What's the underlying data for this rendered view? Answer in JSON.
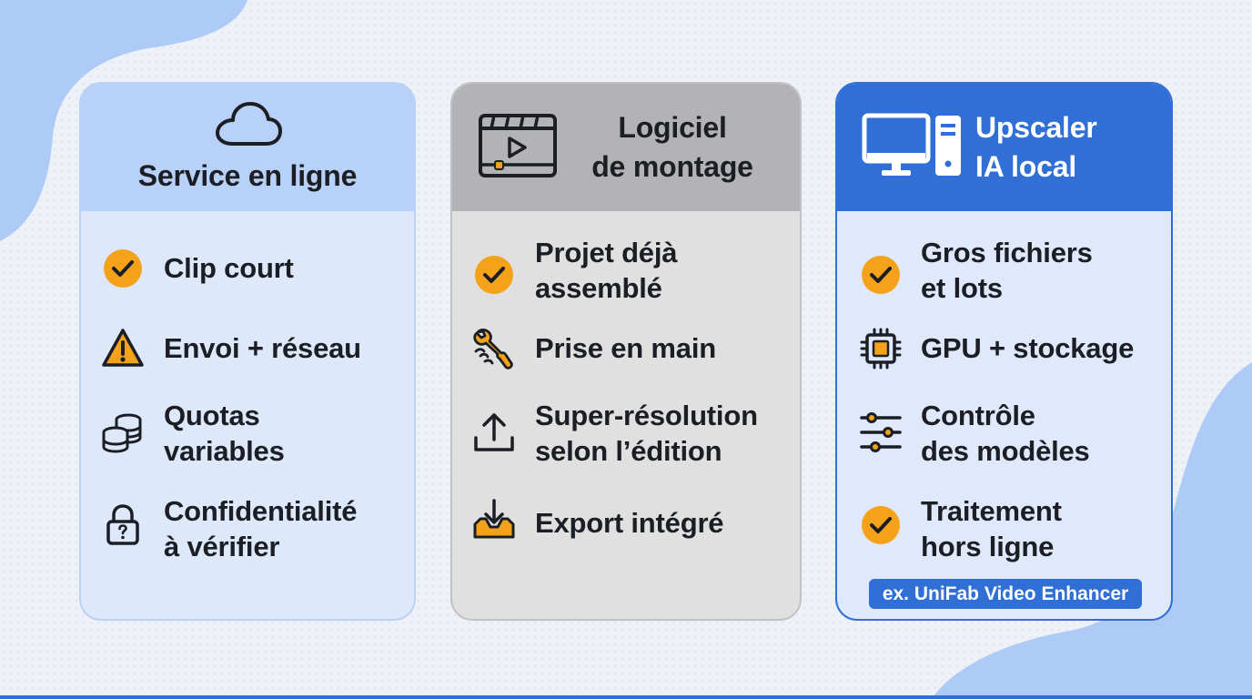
{
  "colors": {
    "accent_blue": "#2f6fd6",
    "check_orange": "#f5a21b",
    "warning_orange": "#f5a21b",
    "dark_text": "#1b1e24"
  },
  "cards": [
    {
      "title_lines": [
        "Service en ligne"
      ],
      "header_icon": "cloud-icon",
      "items": [
        {
          "icon": "check-icon",
          "lines": [
            "Clip court"
          ]
        },
        {
          "icon": "warning-icon",
          "lines": [
            "Envoi + réseau"
          ]
        },
        {
          "icon": "coins-icon",
          "lines": [
            "Quotas",
            "variables"
          ]
        },
        {
          "icon": "lock-question-icon",
          "lines": [
            "Confidentialité",
            "à vérifier"
          ]
        }
      ]
    },
    {
      "title_lines": [
        "Logiciel",
        "de montage"
      ],
      "header_icon": "video-editor-icon",
      "items": [
        {
          "icon": "check-icon",
          "lines": [
            "Projet déjà",
            "assemblé"
          ]
        },
        {
          "icon": "wrench-hand-icon",
          "lines": [
            "Prise en main"
          ]
        },
        {
          "icon": "upload-icon",
          "lines": [
            "Super-résolution",
            "selon l’édition"
          ]
        },
        {
          "icon": "export-tray-icon",
          "lines": [
            "Export intégré"
          ]
        }
      ]
    },
    {
      "title_lines": [
        "Upscaler",
        "IA local"
      ],
      "header_icon": "desktop-computer-icon",
      "items": [
        {
          "icon": "check-icon",
          "lines": [
            "Gros fichiers",
            "et lots"
          ]
        },
        {
          "icon": "chip-icon",
          "lines": [
            "GPU + stockage"
          ]
        },
        {
          "icon": "sliders-icon",
          "lines": [
            "Contrôle",
            "des modèles"
          ]
        },
        {
          "icon": "check-icon",
          "lines": [
            "Traitement",
            "hors ligne"
          ]
        }
      ],
      "badge": "ex. UniFab Video Enhancer"
    }
  ]
}
